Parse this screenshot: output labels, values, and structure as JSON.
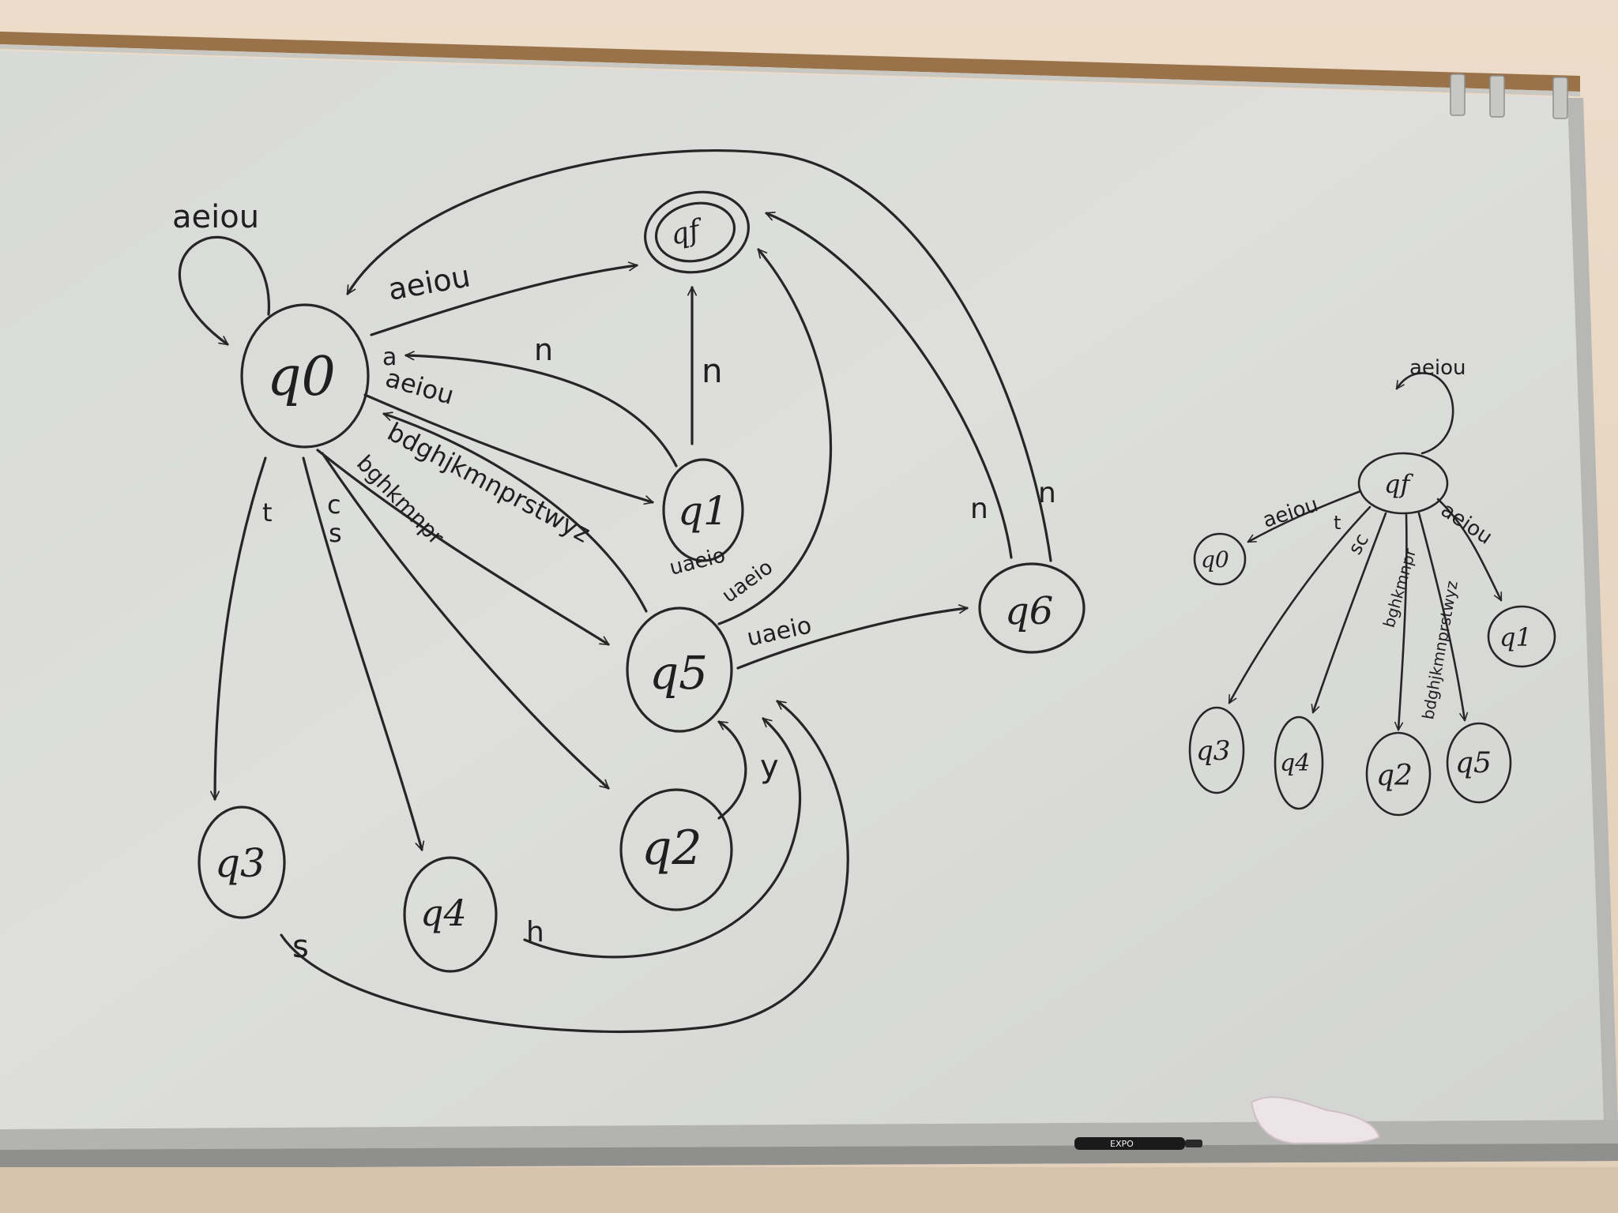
{
  "left_diagram": {
    "states": {
      "q0": "q0",
      "qf": "qf",
      "q1": "q1",
      "q5": "q5",
      "q6": "q6",
      "q2": "q2",
      "q3": "q3",
      "q4": "q4"
    },
    "edge_labels": {
      "q0_self": "aeiou",
      "q0_to_qf": "aeiou",
      "q0_to_q1": "aeiou",
      "q1_to_q0_a": "a",
      "q1_to_q0_n": "n",
      "q1_to_qf": "n",
      "q0_to_q5": "bdghjkmnprstwyz",
      "q5_to_q0": "uaeio",
      "q5_to_qf": "uaeio",
      "q5_to_q6": "uaeio",
      "q0_to_q2": "bghkmnpr",
      "q0_to_q4_c": "c",
      "q0_to_q4_s": "s",
      "q0_to_q3": "t",
      "q2_to_q5": "y",
      "q4_to_q5": "h",
      "q3_to_q5": "s",
      "q6_to_qf": "n",
      "q6_to_q0": "n"
    }
  },
  "right_diagram": {
    "states": {
      "qf": "qf",
      "q0": "q0",
      "q1": "q1",
      "q3": "q3",
      "q4": "q4",
      "q2": "q2",
      "q5": "q5"
    },
    "edge_labels": {
      "qf_self": "aeiou",
      "qf_to_q0": "aeiou",
      "qf_to_q1": "aeiou",
      "qf_to_q3": "t",
      "qf_to_q4": "sc",
      "qf_to_q2": "bghkmnpr",
      "qf_to_q5": "bdghjkmnprstwyz"
    }
  },
  "marker_brand": "EXPO"
}
